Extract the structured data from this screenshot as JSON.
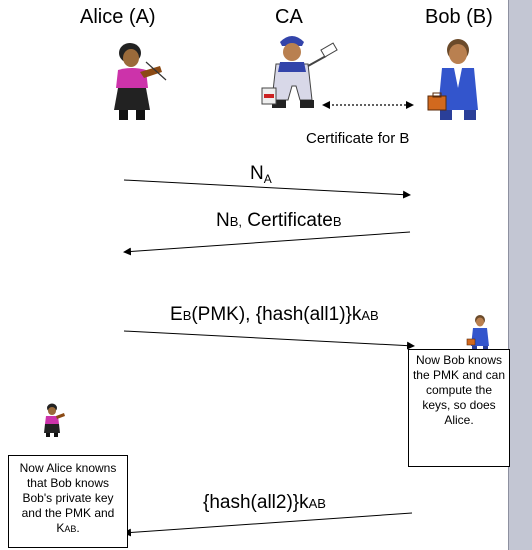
{
  "parties": {
    "alice": "Alice (A)",
    "ca": "CA",
    "bob": "Bob (B)"
  },
  "certificate_label": "Certificate for B",
  "messages": {
    "m1": {
      "main": "N",
      "sub": "A"
    },
    "m2": {
      "a": "N",
      "a_sub": "B,",
      "b": " Certificate",
      "b_sub": "B"
    },
    "m3": {
      "a": "E",
      "a_sub": "B",
      "b": "(PMK), {hash(all1)}k",
      "b_sub": "AB"
    },
    "m4": {
      "a": "{hash(all2)}k",
      "a_sub": "AB"
    }
  },
  "notes": {
    "bob": "Now Bob knows the PMK and can compute the keys, so does Alice.",
    "alice_pre": "Now Alice knowns that Bob knows Bob's private key and the PMK and K",
    "alice_sub": "AB",
    "alice_post": "."
  },
  "colors": {
    "sidebar": "#c3c6d3",
    "alice_shirt": "#cc33aa",
    "bob_suit": "#3355cc",
    "ca_overalls": "#d8d8e8"
  },
  "icons": [
    "alice-violinist-icon",
    "ca-painter-icon",
    "bob-businessman-icon"
  ]
}
